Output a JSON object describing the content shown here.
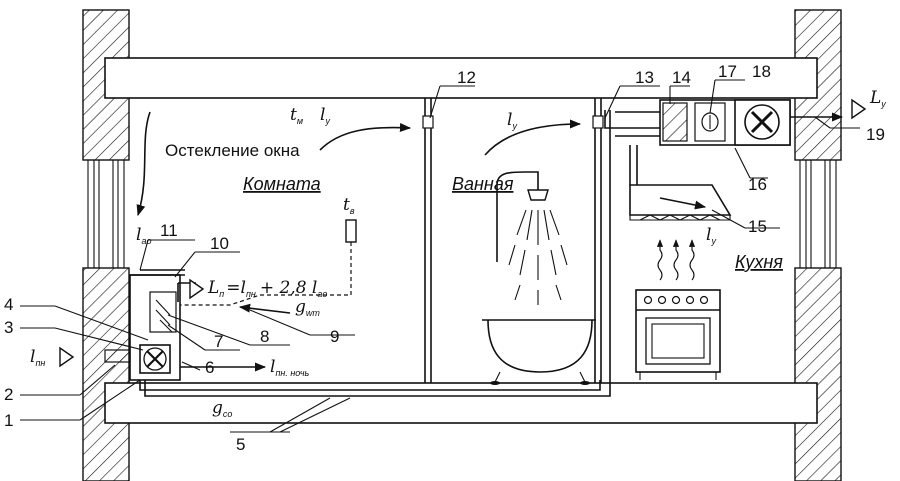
{
  "labels": {
    "glazing": "Остекление окна",
    "room": "Комната",
    "bathroom": "Ванная",
    "kitchen": "Кухня"
  },
  "callouts": [
    "1",
    "2",
    "3",
    "4",
    "5",
    "6",
    "7",
    "8",
    "9",
    "10",
    "11",
    "12",
    "13",
    "14",
    "15",
    "16",
    "17",
    "18",
    "19"
  ],
  "symbols": {
    "t_room": "t",
    "t_room_sub": "м",
    "l_room": "l",
    "l_room_sub": "у",
    "l_bath": "l",
    "l_bath_sub": "у",
    "l_kitchen": "l",
    "l_kitchen_sub": "у",
    "l_exhaust": "L",
    "l_exhaust_sub": "у",
    "l_ao": "l",
    "l_ao_sub": "ао",
    "t_v": "t",
    "t_v_sub": "в",
    "l_pn": "l",
    "l_pn_sub": "пн",
    "g_wt": "g",
    "g_wt_sub": "wт",
    "g_co": "g",
    "g_co_sub": "co",
    "l_night": "l",
    "l_night_sub": "пн. ночь",
    "formula_main": "L",
    "formula_main_sub": "п",
    "formula_eq": "=l",
    "formula_eq_sub": "пн",
    "formula_plus": "+ 2,8 l",
    "formula_plus_sub": "ао"
  }
}
